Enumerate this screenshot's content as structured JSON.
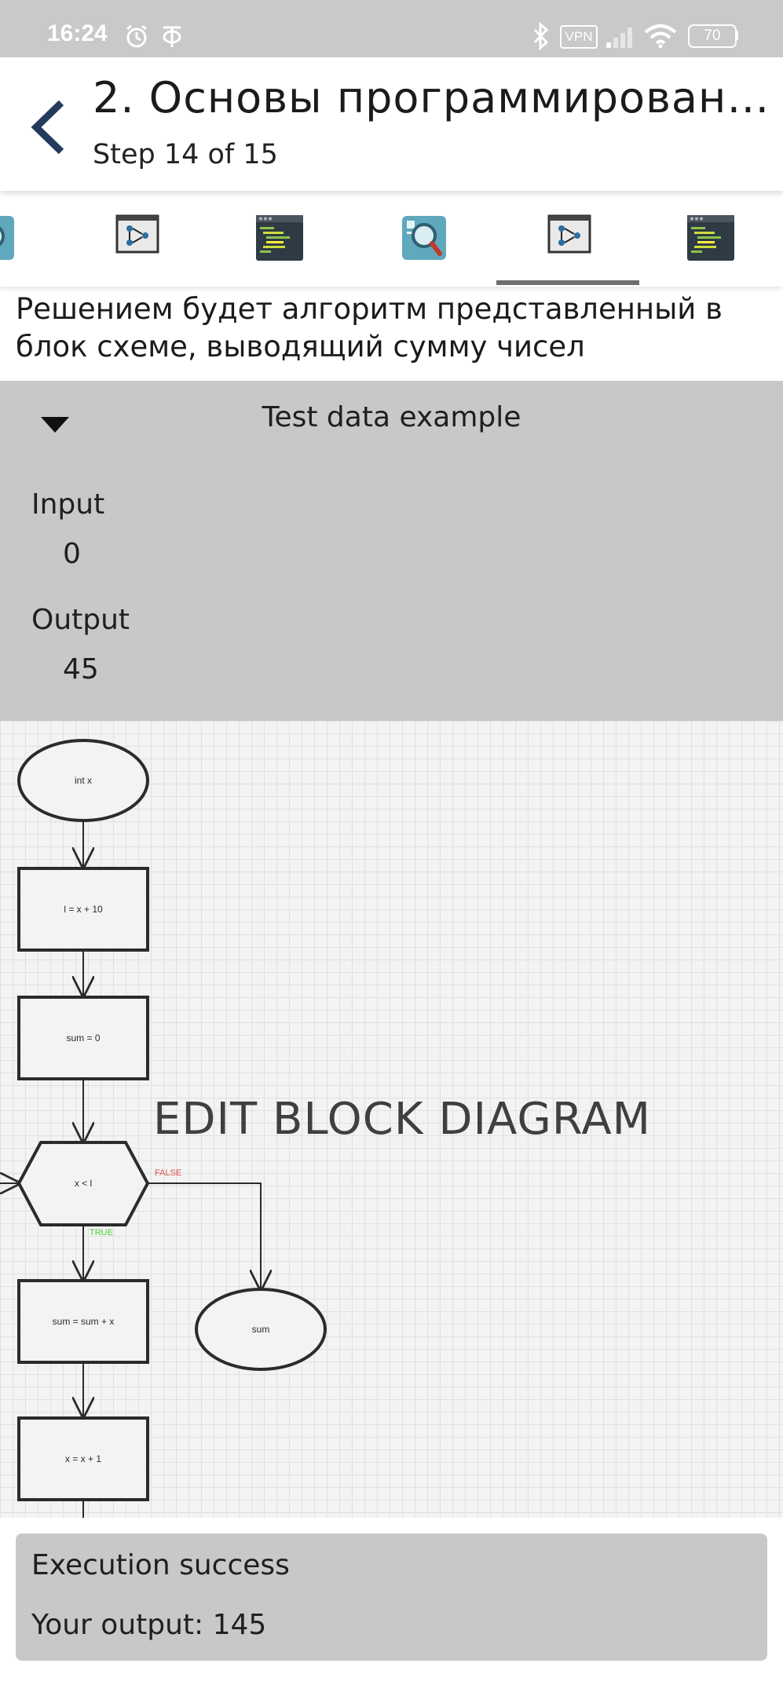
{
  "status_bar": {
    "time": "16:24",
    "vpn": "VPN",
    "battery": "70",
    "icons": [
      "alarm-icon",
      "vpn-key-icon",
      "bluetooth-icon",
      "vpn-icon",
      "signal-icon",
      "wifi-icon",
      "battery-icon"
    ]
  },
  "header": {
    "title": "2. Основы программировани...",
    "subtitle": "Step 14 of 15"
  },
  "steps": {
    "tabs": [
      "quiz-icon",
      "block-diagram-icon",
      "code-icon",
      "quiz-icon",
      "block-diagram-icon",
      "code-icon"
    ],
    "active_index": 4
  },
  "task": {
    "text": "Решением будет алгоритм представленный в блок схеме, выводящий сумму чисел"
  },
  "test_data": {
    "heading": "Test data example",
    "input_label": "Input",
    "input_value": "0",
    "output_label": "Output",
    "output_value": "45"
  },
  "diagram": {
    "overlay_label": "EDIT BLOCK DIAGRAM",
    "nodes": {
      "start": "int x",
      "limit": "l = x + 10",
      "init": "sum = 0",
      "condition": "x < l",
      "accumulate": "sum = sum + x",
      "increment": "x = x + 1",
      "end": "sum"
    },
    "false_label": "FALSE",
    "true_label": "TRUE",
    "colors": {
      "false": "#d9534f",
      "true": "#4cd137",
      "stroke": "#2b2b2b"
    }
  },
  "result": {
    "status": "Execution success",
    "output": "Your output: 145"
  }
}
